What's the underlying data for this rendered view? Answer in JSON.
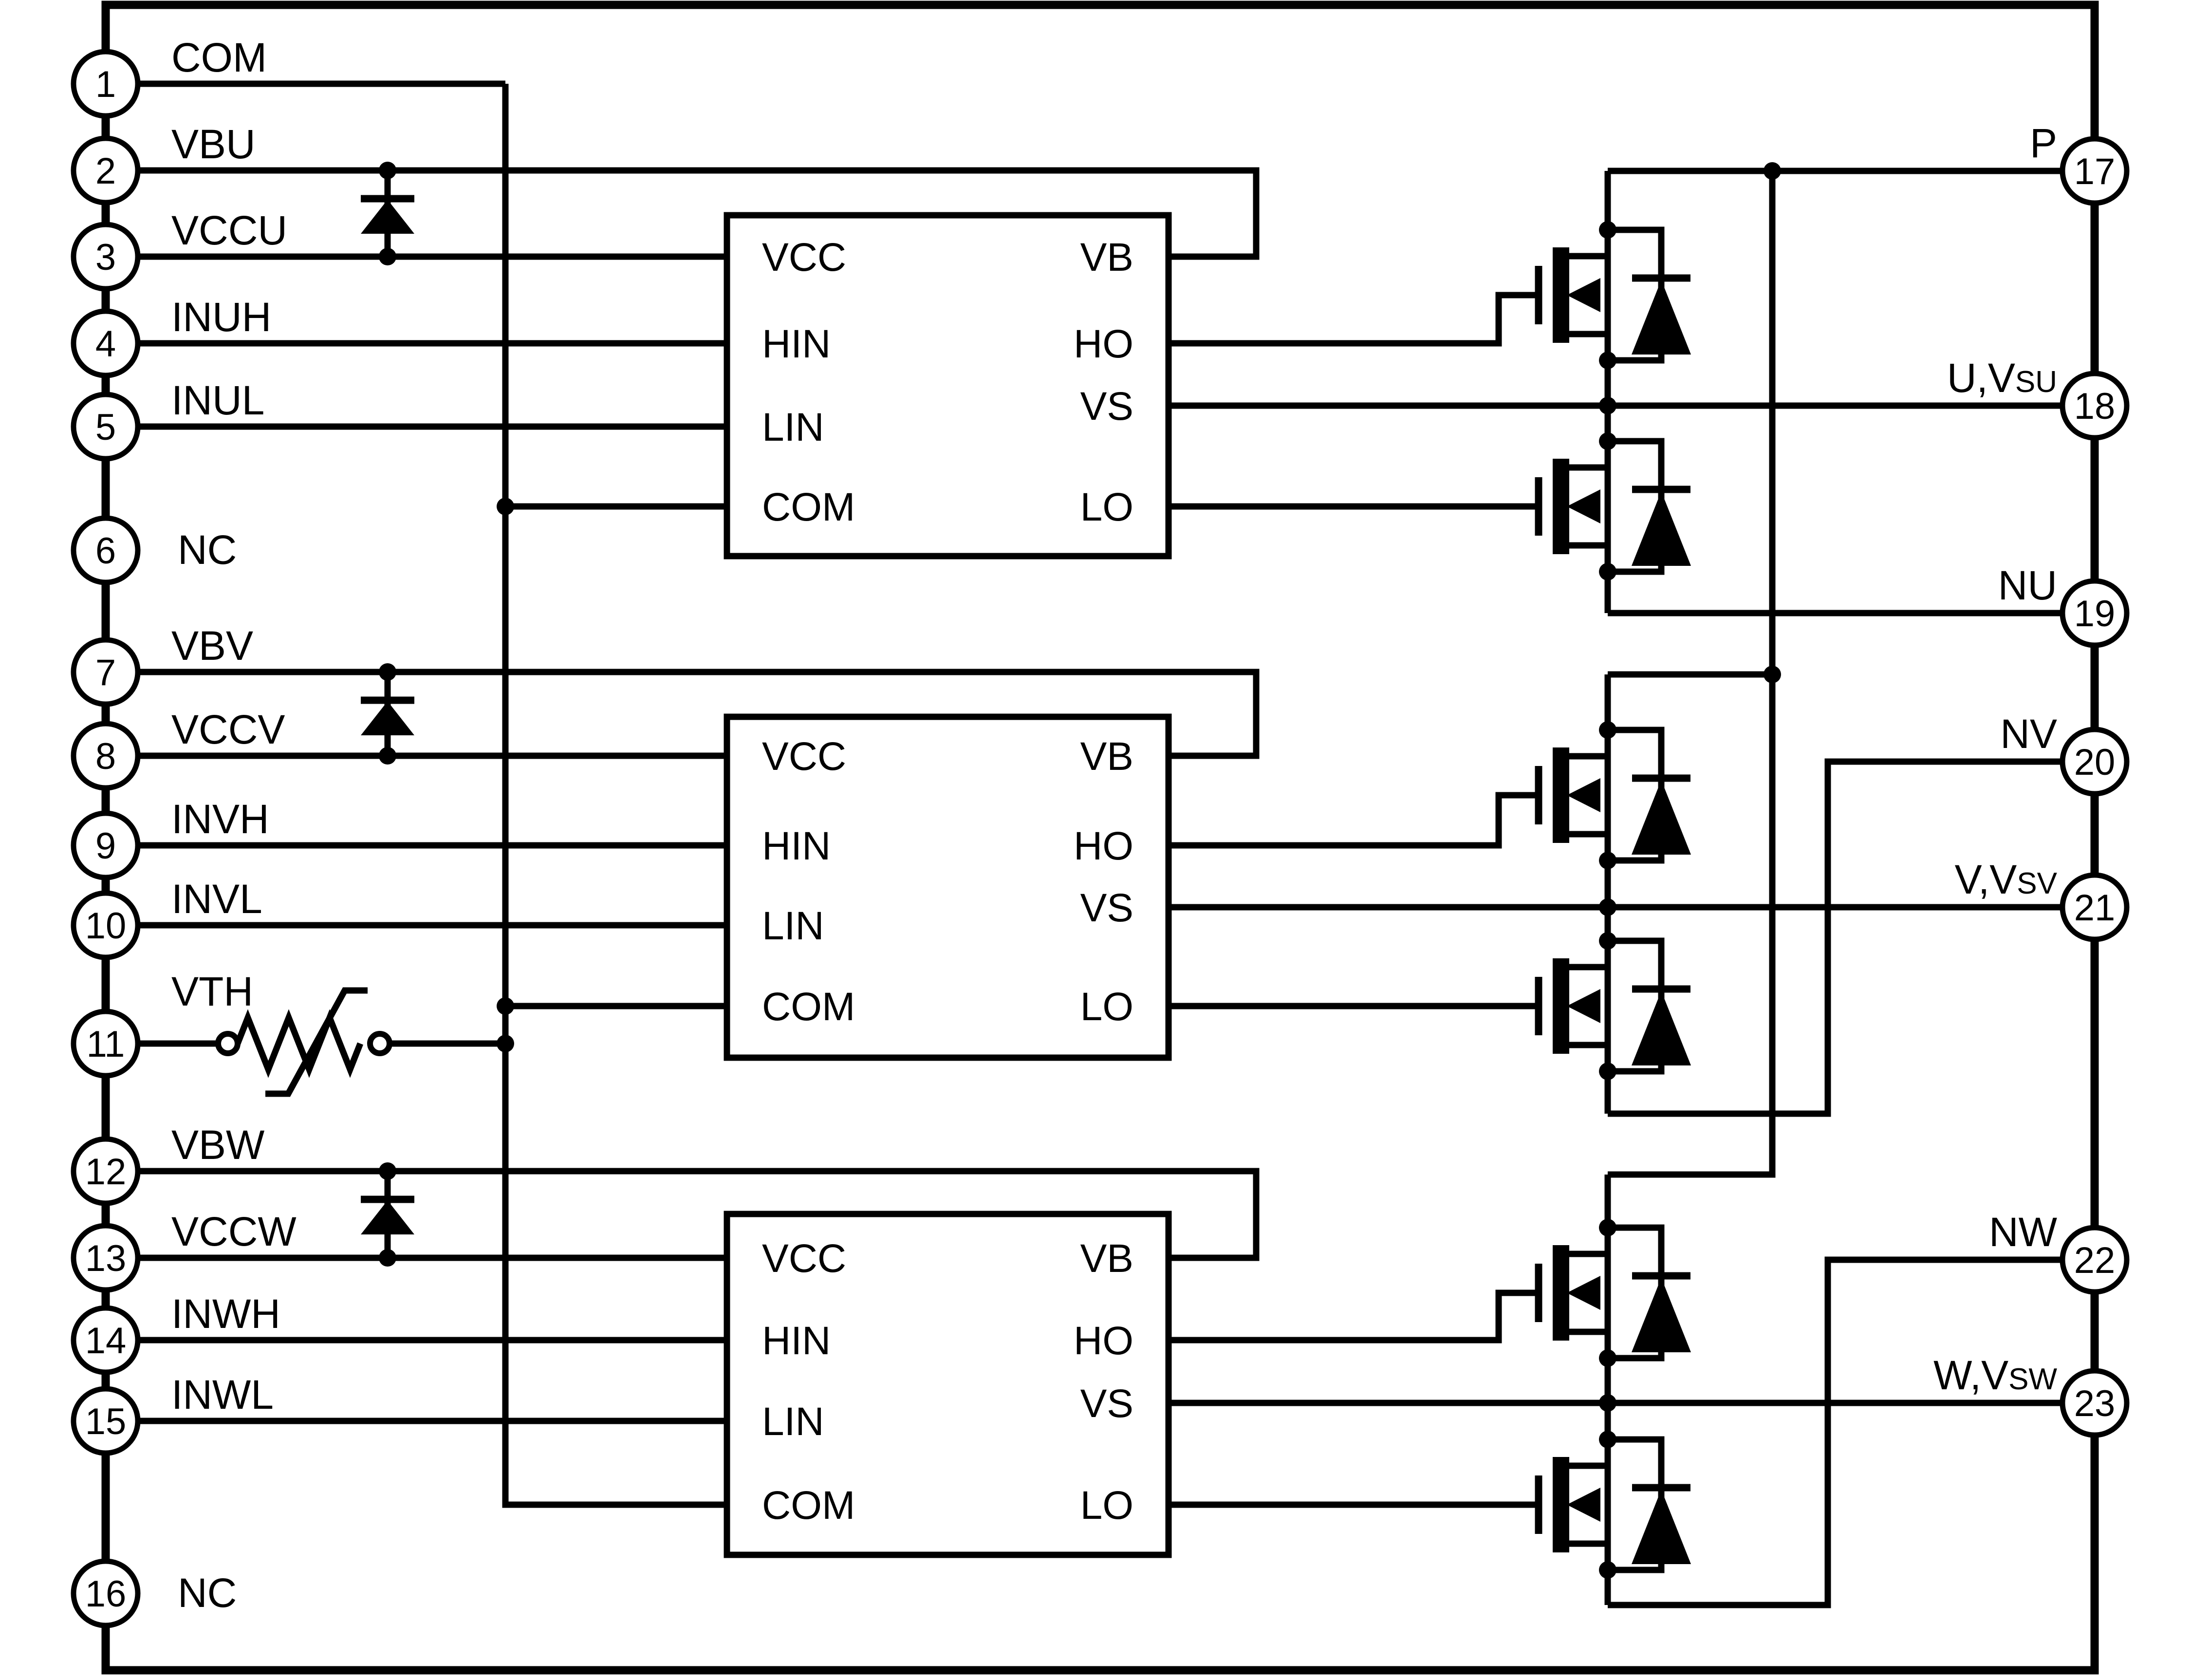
{
  "diagram": {
    "kind": "three-phase gate-driver / inverter power module block diagram",
    "colors": {
      "ink": "#000000",
      "paper": "#ffffff"
    }
  },
  "pins": {
    "left": [
      {
        "number": "1",
        "label": "COM"
      },
      {
        "number": "2",
        "label": "VBU"
      },
      {
        "number": "3",
        "label": "VCCU"
      },
      {
        "number": "4",
        "label": "INUH"
      },
      {
        "number": "5",
        "label": "INUL"
      },
      {
        "number": "6",
        "label": "NC"
      },
      {
        "number": "7",
        "label": "VBV"
      },
      {
        "number": "8",
        "label": "VCCV"
      },
      {
        "number": "9",
        "label": "INVH"
      },
      {
        "number": "10",
        "label": "INVL"
      },
      {
        "number": "11",
        "label": "VTH"
      },
      {
        "number": "12",
        "label": "VBW"
      },
      {
        "number": "13",
        "label": "VCCW"
      },
      {
        "number": "14",
        "label": "INWH"
      },
      {
        "number": "15",
        "label": "INWL"
      },
      {
        "number": "16",
        "label": "NC"
      }
    ],
    "right": [
      {
        "number": "17",
        "label_main": "P",
        "label_sub": ""
      },
      {
        "number": "18",
        "label_main": "U,V",
        "label_sub": "SU"
      },
      {
        "number": "19",
        "label_main": "NU",
        "label_sub": ""
      },
      {
        "number": "20",
        "label_main": "NV",
        "label_sub": ""
      },
      {
        "number": "21",
        "label_main": "V,V",
        "label_sub": "SV"
      },
      {
        "number": "22",
        "label_main": "NW",
        "label_sub": ""
      },
      {
        "number": "23",
        "label_main": "W,V",
        "label_sub": "SW"
      }
    ]
  },
  "drivers": [
    {
      "inputs": [
        "VCC",
        "HIN",
        "LIN",
        "COM"
      ],
      "outputs": [
        "VB",
        "HO",
        "VS",
        "LO"
      ]
    },
    {
      "inputs": [
        "VCC",
        "HIN",
        "LIN",
        "COM"
      ],
      "outputs": [
        "VB",
        "HO",
        "VS",
        "LO"
      ]
    },
    {
      "inputs": [
        "VCC",
        "HIN",
        "LIN",
        "COM"
      ],
      "outputs": [
        "VB",
        "HO",
        "VS",
        "LO"
      ]
    }
  ]
}
